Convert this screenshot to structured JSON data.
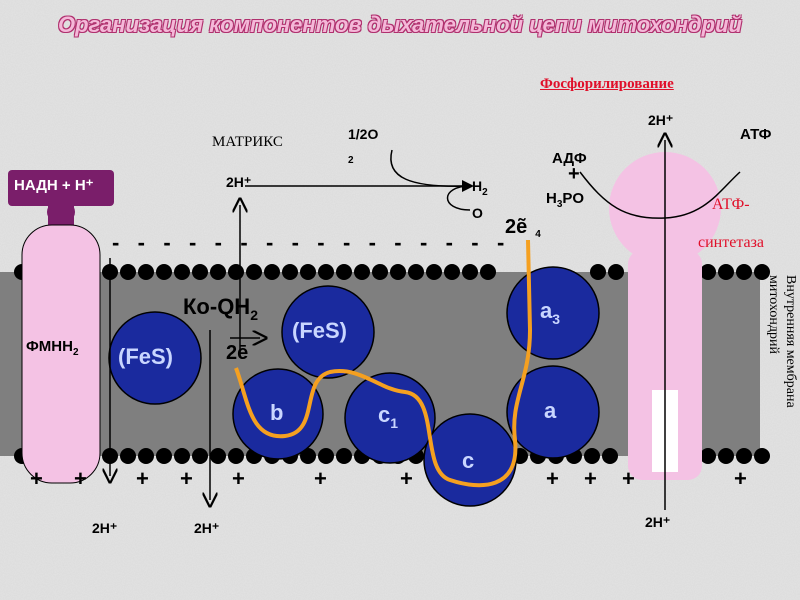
{
  "title": "Организация компонентов дыхательной цепи митохондрий",
  "phosphorylation": "Фосфорилирование",
  "matrix": "МАТРИКС",
  "membrane_label": [
    "Внутренняя мембрана",
    "митохондрий"
  ],
  "nadh": "НАДН + Н⁺",
  "fmn": "ФМНН",
  "fmn_sub": "2",
  "fes_left": "(FeS)",
  "fes_mid": "(FeS)",
  "coq": "Ко-QН",
  "coq_sub": "2",
  "two_e": "2ē",
  "two_e_tilde": "2ẽ",
  "four": "4",
  "half_o2": "1/2O",
  "half_o2_sub": "2",
  "water_h": "H",
  "water_sub": "2",
  "water_o": "O",
  "adp": "АДФ",
  "plus_sign": "+",
  "h3po": "H",
  "h3po_sub": "3",
  "h3po_rest": "PO",
  "atp": "АТФ",
  "atp_synthase_1": "АТФ-",
  "atp_synthase_2": "синтетаза",
  "h_top_left": "2H⁺",
  "h_top_right": "2H⁺",
  "h_bottom_1": "2H⁺",
  "h_bottom_2": "2H⁺",
  "h_bottom_3": "2H⁺",
  "cyt_b": "b",
  "cyt_c1": "c",
  "cyt_c1_sub": "1",
  "cyt_c": "c",
  "cyt_a": "a",
  "cyt_a3": "a",
  "cyt_a3_sub": "3",
  "minus_row": "-   -   -   -   -   -   -   -   -   -   -   -   -   -   -   -",
  "plus_signs": [
    "+",
    "+",
    "+",
    "+",
    "+",
    "+",
    "+",
    "+",
    "+",
    "+",
    "+"
  ],
  "colors": {
    "protein_blue": "#1a2a9e",
    "complex_pink": "#f4c2e4",
    "membrane_gray": "#808080",
    "electron_path": "#f5a020",
    "nadh_purple": "#7a1e6a",
    "title_pink": "#f4b8d8"
  }
}
